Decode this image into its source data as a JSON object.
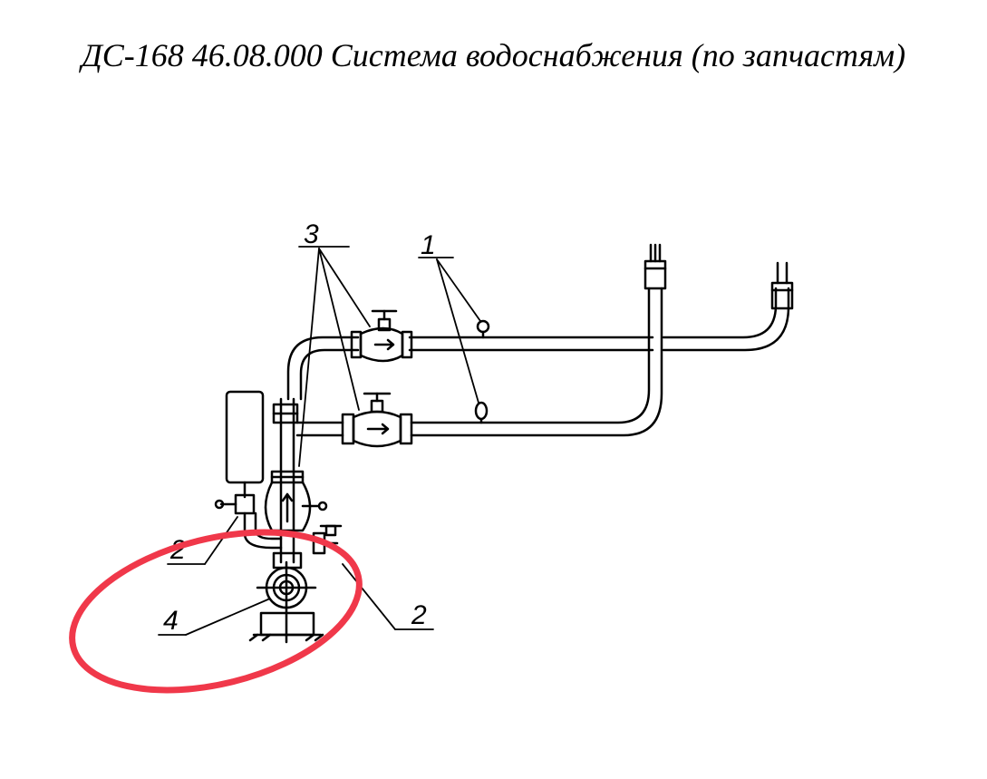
{
  "title": "ДС-168 46.08.000 Система водоснабжения (по запчастям)",
  "callouts": {
    "c1": "1",
    "c2_left": "2",
    "c2_right": "2",
    "c3": "3",
    "c4": "4"
  },
  "colors": {
    "line": "#000000",
    "highlight": "#f0384a"
  }
}
